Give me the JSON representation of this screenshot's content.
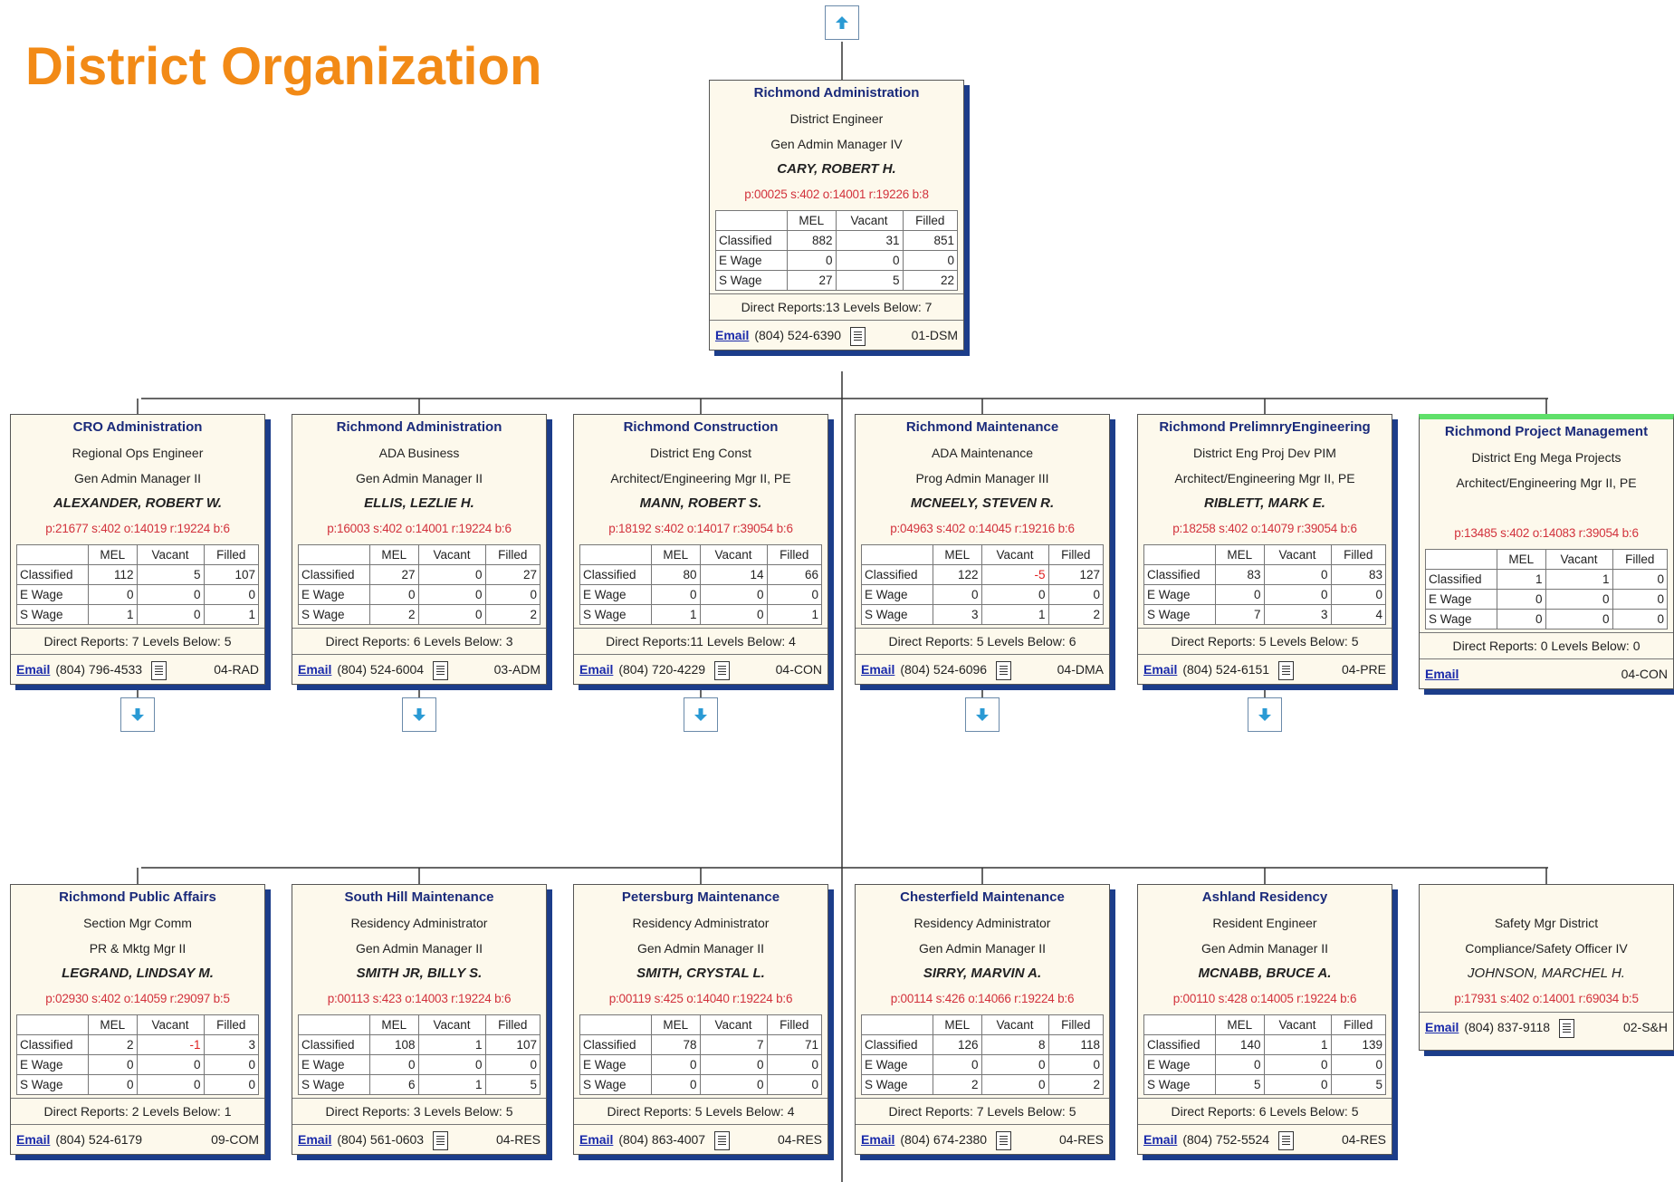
{
  "page": {
    "title": "District Organization"
  },
  "colors": {
    "title": "#f28a16",
    "unit": "#1a2a7a",
    "codes": "#d2323c",
    "shadow": "#1c3d8a",
    "card_bg": "#fdf9ec",
    "highlight": "#5fe06a"
  },
  "icons": {
    "up": "arrow-up-icon",
    "down": "arrow-down-icon",
    "doc": "document-icon"
  },
  "stats_headers": [
    "MEL",
    "Vacant",
    "Filled"
  ],
  "row_labels": [
    "Classified",
    "E Wage",
    "S Wage"
  ],
  "email_label": "Email",
  "cards": [
    {
      "unit": "Richmond Administration",
      "l1": "District Engineer",
      "l2": "Gen Admin Manager IV",
      "person": "CARY, ROBERT H.",
      "codes": "p:00025 s:402 o:14001 r:19226 b:8",
      "stats": [
        [
          "882",
          "31",
          "851"
        ],
        [
          "0",
          "0",
          "0"
        ],
        [
          "27",
          "5",
          "22"
        ]
      ],
      "reports": "Direct Reports:13 Levels Below: 7",
      "phone": "(804) 524-6390",
      "code": "01-DSM",
      "doc": true
    },
    {
      "unit": "CRO Administration",
      "l1": "Regional Ops Engineer",
      "l2": "Gen Admin Manager II",
      "person": "ALEXANDER, ROBERT W.",
      "codes": "p:21677 s:402 o:14019 r:19224 b:6",
      "stats": [
        [
          "112",
          "5",
          "107"
        ],
        [
          "0",
          "0",
          "0"
        ],
        [
          "1",
          "0",
          "1"
        ]
      ],
      "reports": "Direct Reports: 7 Levels Below: 5",
      "phone": "(804) 796-4533",
      "code": "04-RAD",
      "doc": true
    },
    {
      "unit": "Richmond Administration",
      "l1": "ADA Business",
      "l2": "Gen Admin Manager II",
      "person": "ELLIS, LEZLIE H.",
      "codes": "p:16003 s:402 o:14001 r:19224 b:6",
      "stats": [
        [
          "27",
          "0",
          "27"
        ],
        [
          "0",
          "0",
          "0"
        ],
        [
          "2",
          "0",
          "2"
        ]
      ],
      "reports": "Direct Reports: 6 Levels Below: 3",
      "phone": "(804) 524-6004",
      "code": "03-ADM",
      "doc": true
    },
    {
      "unit": "Richmond Construction",
      "l1": "District Eng Const",
      "l2": "Architect/Engineering Mgr II, PE",
      "person": "MANN, ROBERT S.",
      "codes": "p:18192 s:402 o:14017 r:39054 b:6",
      "stats": [
        [
          "80",
          "14",
          "66"
        ],
        [
          "0",
          "0",
          "0"
        ],
        [
          "1",
          "0",
          "1"
        ]
      ],
      "reports": "Direct Reports:11 Levels Below: 4",
      "phone": "(804) 720-4229",
      "code": "04-CON",
      "doc": true
    },
    {
      "unit": "Richmond Maintenance",
      "l1": "ADA Maintenance",
      "l2": "Prog Admin Manager III",
      "person": "MCNEELY, STEVEN R.",
      "codes": "p:04963 s:402 o:14045 r:19216 b:6",
      "stats": [
        [
          "122",
          "-5",
          "127"
        ],
        [
          "0",
          "0",
          "0"
        ],
        [
          "3",
          "1",
          "2"
        ]
      ],
      "reports": "Direct Reports: 5 Levels Below: 6",
      "phone": "(804) 524-6096",
      "code": "04-DMA",
      "doc": true
    },
    {
      "unit": "Richmond PrelimnryEngineering",
      "l1": "District Eng Proj Dev PIM",
      "l2": "Architect/Engineering Mgr II, PE",
      "person": "RIBLETT, MARK E.",
      "codes": "p:18258 s:402 o:14079 r:39054 b:6",
      "stats": [
        [
          "83",
          "0",
          "83"
        ],
        [
          "0",
          "0",
          "0"
        ],
        [
          "7",
          "3",
          "4"
        ]
      ],
      "reports": "Direct Reports: 5 Levels Below: 5",
      "phone": "(804) 524-6151",
      "code": "04-PRE",
      "doc": true
    },
    {
      "unit": "Richmond Project Management",
      "l1": "District Eng Mega Projects",
      "l2": "Architect/Engineering Mgr II, PE",
      "person": "",
      "codes": "p:13485 s:402 o:14083 r:39054 b:6",
      "stats": [
        [
          "1",
          "1",
          "0"
        ],
        [
          "0",
          "0",
          "0"
        ],
        [
          "0",
          "0",
          "0"
        ]
      ],
      "reports": "Direct Reports: 0 Levels Below: 0",
      "phone": "",
      "code": "04-CON",
      "doc": false
    },
    {
      "unit": "Richmond Public Affairs",
      "l1": "Section Mgr Comm",
      "l2": "PR & Mktg Mgr II",
      "person": "LEGRAND, LINDSAY M.",
      "codes": "p:02930 s:402 o:14059 r:29097 b:5",
      "stats": [
        [
          "2",
          "-1",
          "3"
        ],
        [
          "0",
          "0",
          "0"
        ],
        [
          "0",
          "0",
          "0"
        ]
      ],
      "reports": "Direct Reports: 2 Levels Below: 1",
      "phone": "(804) 524-6179",
      "code": "09-COM",
      "doc": false
    },
    {
      "unit": "South Hill Maintenance",
      "l1": "Residency Administrator",
      "l2": "Gen Admin Manager II",
      "person": "SMITH JR, BILLY S.",
      "codes": "p:00113 s:423 o:14003 r:19224 b:6",
      "stats": [
        [
          "108",
          "1",
          "107"
        ],
        [
          "0",
          "0",
          "0"
        ],
        [
          "6",
          "1",
          "5"
        ]
      ],
      "reports": "Direct Reports: 3 Levels Below: 5",
      "phone": "(804) 561-0603",
      "code": "04-RES",
      "doc": true
    },
    {
      "unit": "Petersburg Maintenance",
      "l1": "Residency Administrator",
      "l2": "Gen Admin Manager II",
      "person": "SMITH, CRYSTAL L.",
      "codes": "p:00119 s:425 o:14040 r:19224 b:6",
      "stats": [
        [
          "78",
          "7",
          "71"
        ],
        [
          "0",
          "0",
          "0"
        ],
        [
          "0",
          "0",
          "0"
        ]
      ],
      "reports": "Direct Reports: 5 Levels Below: 4",
      "phone": "(804) 863-4007",
      "code": "04-RES",
      "doc": true
    },
    {
      "unit": "Chesterfield Maintenance",
      "l1": "Residency Administrator",
      "l2": "Gen Admin Manager II",
      "person": "SIRRY, MARVIN A.",
      "codes": "p:00114 s:426 o:14066 r:19224 b:6",
      "stats": [
        [
          "126",
          "8",
          "118"
        ],
        [
          "0",
          "0",
          "0"
        ],
        [
          "2",
          "0",
          "2"
        ]
      ],
      "reports": "Direct Reports: 7 Levels Below: 5",
      "phone": "(804) 674-2380",
      "code": "04-RES",
      "doc": true
    },
    {
      "unit": "Ashland Residency",
      "l1": "Resident Engineer",
      "l2": "Gen Admin Manager II",
      "person": "MCNABB, BRUCE A.",
      "codes": "p:00110 s:428 o:14005 r:19224 b:6",
      "stats": [
        [
          "140",
          "1",
          "139"
        ],
        [
          "0",
          "0",
          "0"
        ],
        [
          "5",
          "0",
          "5"
        ]
      ],
      "reports": "Direct Reports: 6 Levels Below: 5",
      "phone": "(804) 752-5524",
      "code": "04-RES",
      "doc": true
    }
  ],
  "safety": {
    "l1": "Safety Mgr District",
    "l2": "Compliance/Safety Officer IV",
    "person": "JOHNSON, MARCHEL H.",
    "codes": "p:17931 s:402 o:14001 r:69034 b:5",
    "phone": "(804) 837-9118",
    "code": "02-S&H"
  }
}
